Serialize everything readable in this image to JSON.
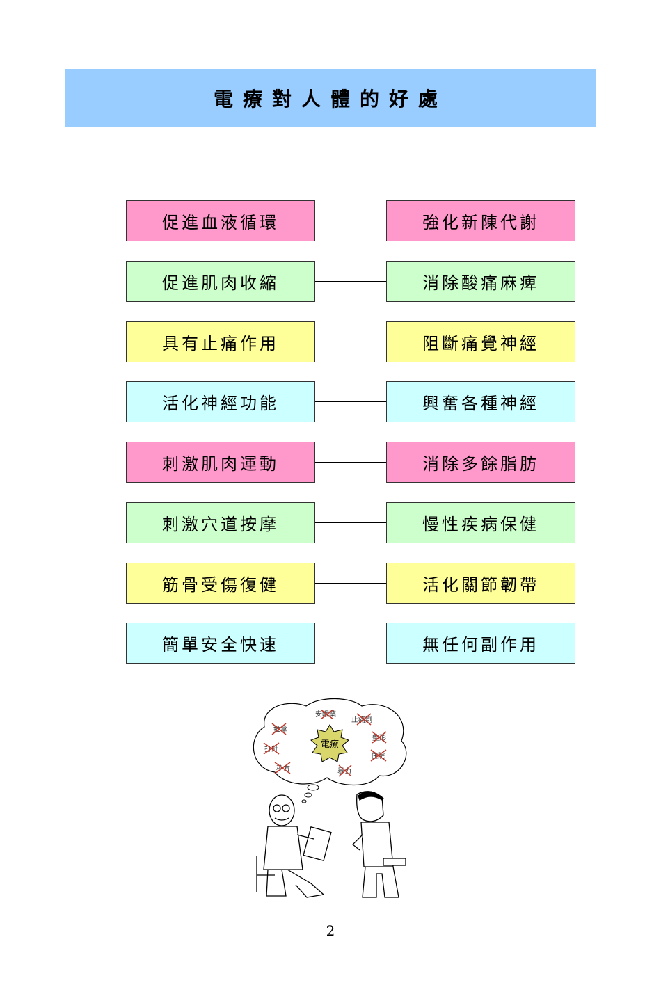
{
  "title": "電療對人體的好處",
  "rows": [
    {
      "left": "促進血液循環",
      "right": "強化新陳代謝",
      "color": "#ff99cc"
    },
    {
      "left": "促進肌肉收縮",
      "right": "消除酸痛麻痺",
      "color": "#ccffcc"
    },
    {
      "left": "具有止痛作用",
      "right": "阻斷痛覺神經",
      "color": "#ffff99"
    },
    {
      "left": "活化神經功能",
      "right": "興奮各種神經",
      "color": "#ccffff"
    },
    {
      "left": "刺激肌肉運動",
      "right": "消除多餘脂肪",
      "color": "#ff99cc"
    },
    {
      "left": "刺激穴道按摩",
      "right": "慢性疾病保健",
      "color": "#ccffcc"
    },
    {
      "left": "筋骨受傷復健",
      "right": "活化關節韌帶",
      "color": "#ffff99"
    },
    {
      "left": "簡單安全快速",
      "right": "無任何副作用",
      "color": "#ccffff"
    }
  ],
  "cartoon": {
    "center_label": "電療",
    "crossed_labels": [
      "安眠藥",
      "止痛劑",
      "推拿",
      "整形",
      "打針",
      "住院",
      "秘方",
      "暴力"
    ]
  },
  "page_number": "2"
}
